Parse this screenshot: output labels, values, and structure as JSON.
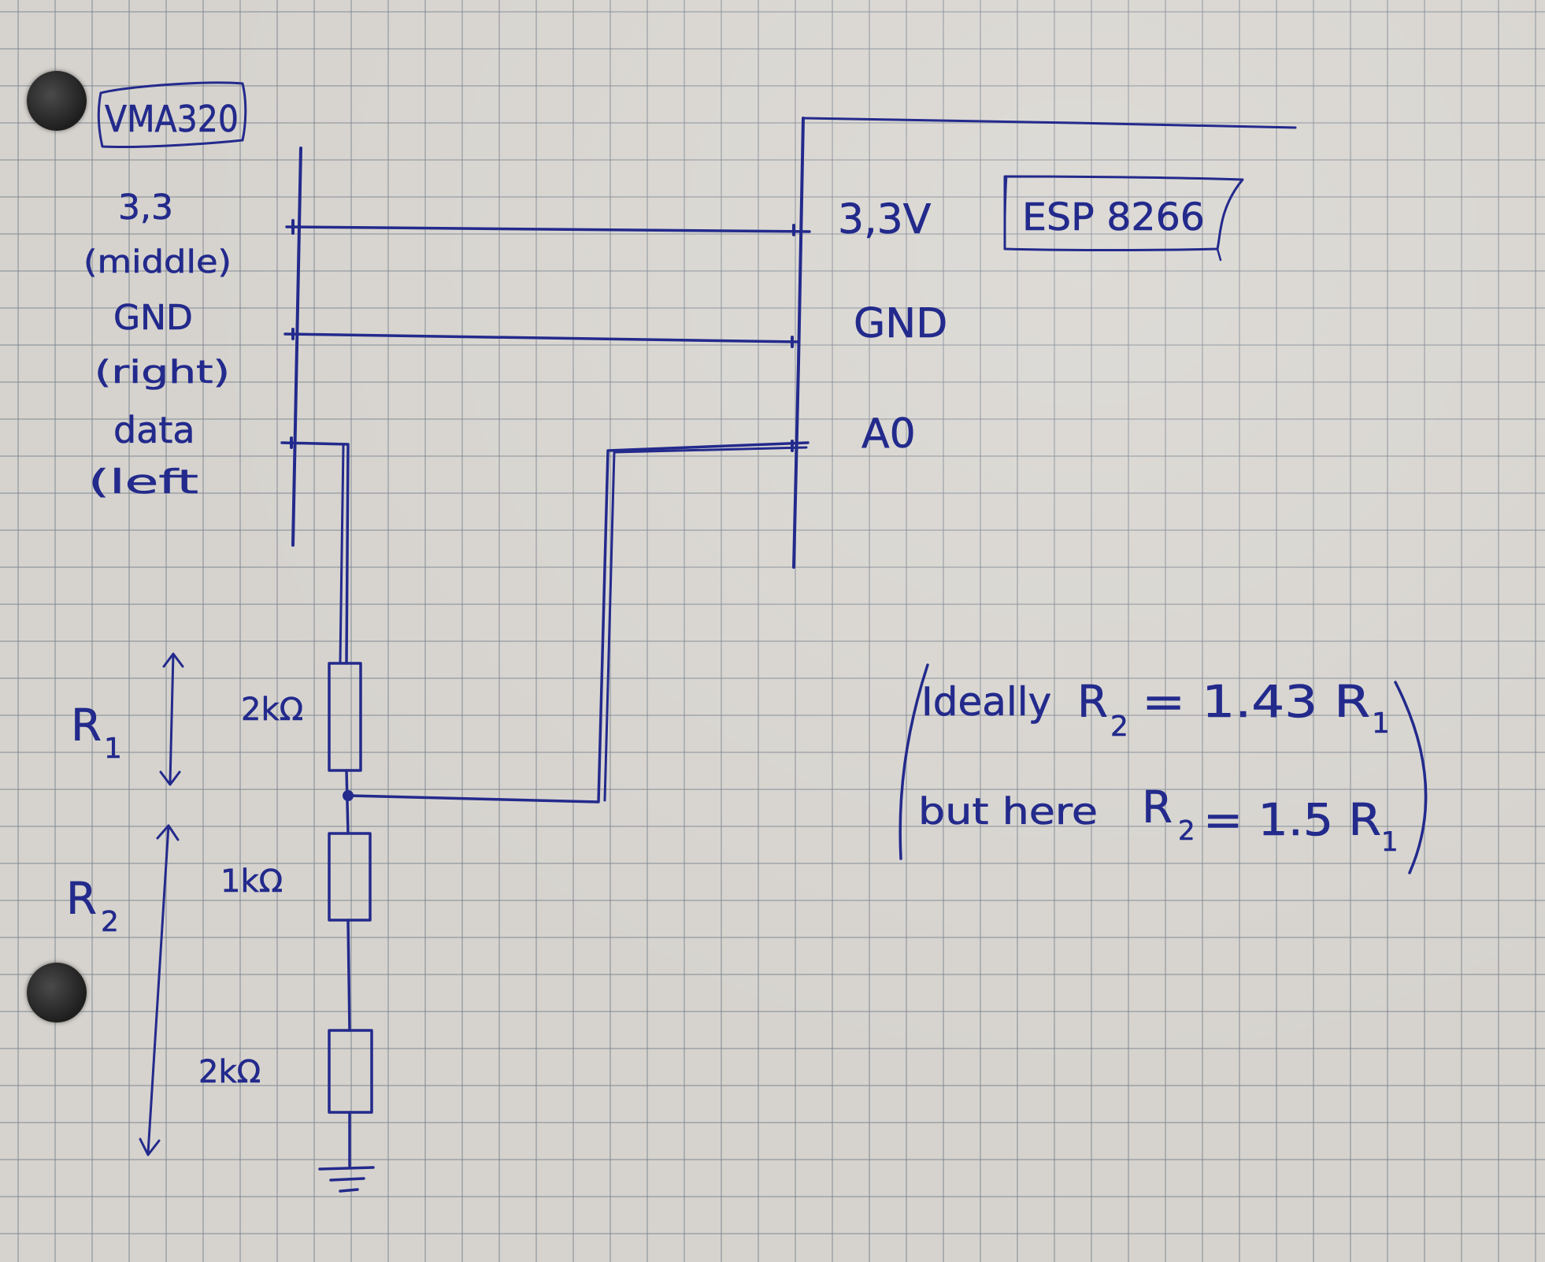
{
  "vma_label": "VMA320",
  "vma_pins": {
    "pin1_name": "3,3",
    "pin1_pos": "(middle)",
    "pin2_name": "GND",
    "pin2_pos": "(right)",
    "pin3_name": "data",
    "pin3_pos": "(left"
  },
  "esp_label": "ESP 8266",
  "esp_pins": {
    "v33": "3,3V",
    "gnd": "GND",
    "a0": "A0"
  },
  "resistors": {
    "r1": "2kΩ",
    "r2a": "1kΩ",
    "r2b": "2kΩ"
  },
  "dimensions": {
    "r1_sub": "1",
    "r2_sub": "2"
  },
  "note": {
    "line1_a": "Ideally",
    "line1_b": "= 1.43 R",
    "line1_sub2": "2",
    "line1_sub1": "1",
    "line2_a": "but here",
    "line2_b": "= 1.5 R",
    "line2_sub2": "2",
    "line2_sub1": "1"
  },
  "ink_color": "#232a8c"
}
